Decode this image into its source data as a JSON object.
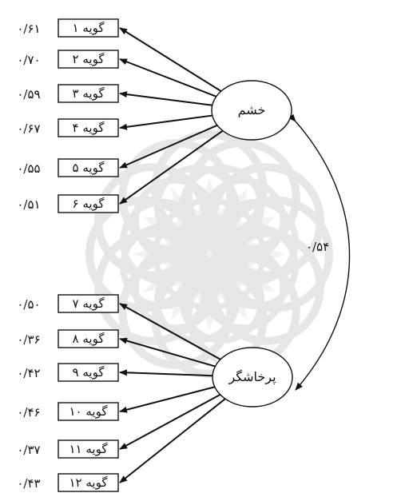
{
  "factors": [
    {
      "id": "anger",
      "label": "خشم"
    },
    {
      "id": "aggression",
      "label": "پرخاشگر"
    }
  ],
  "correlation": "۰/۵۴",
  "items": [
    {
      "label": "گویه ۱",
      "loading": "۰/۶۱",
      "factor": "anger"
    },
    {
      "label": "گویه ۲",
      "loading": "۰/۷۰",
      "factor": "anger"
    },
    {
      "label": "گویه ۳",
      "loading": "۰/۵۹",
      "factor": "anger"
    },
    {
      "label": "گویه ۴",
      "loading": "۰/۶۷",
      "factor": "anger"
    },
    {
      "label": "گویه ۵",
      "loading": "۰/۵۵",
      "factor": "anger"
    },
    {
      "label": "گویه ۶",
      "loading": "۰/۵۱",
      "factor": "anger"
    },
    {
      "label": "گویه ۷",
      "loading": "۰/۵۰",
      "factor": "aggression"
    },
    {
      "label": "گویه ۸",
      "loading": "۰/۳۶",
      "factor": "aggression"
    },
    {
      "label": "گویه ۹",
      "loading": "۰/۴۲",
      "factor": "aggression"
    },
    {
      "label": "گویه ۱۰",
      "loading": "۰/۴۶",
      "factor": "aggression"
    },
    {
      "label": "گویه ۱۱",
      "loading": "۰/۳۷",
      "factor": "aggression"
    },
    {
      "label": "گویه ۱۲",
      "loading": "۰/۴۳",
      "factor": "aggression"
    }
  ],
  "colors": {
    "stroke": "#111111",
    "watermark": "#e2e2e2"
  }
}
